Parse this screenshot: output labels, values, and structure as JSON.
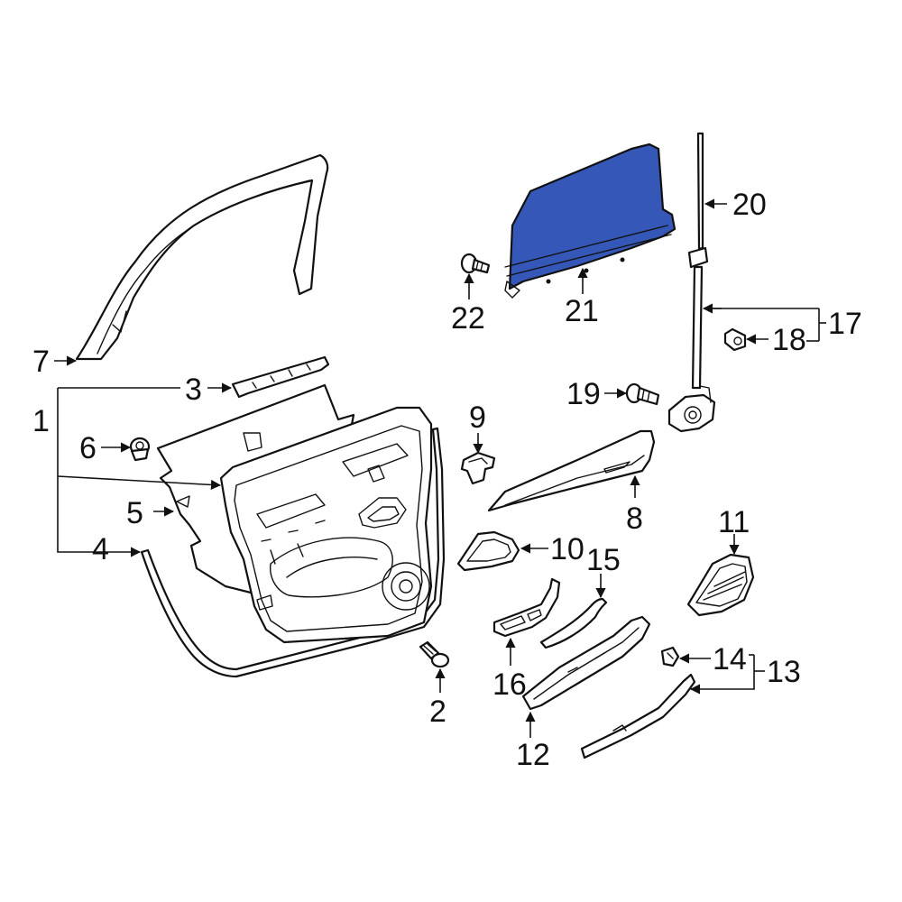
{
  "callouts": {
    "c1": "1",
    "c2": "2",
    "c3": "3",
    "c4": "4",
    "c5": "5",
    "c6": "6",
    "c7": "7",
    "c8": "8",
    "c9": "9",
    "c10": "10",
    "c11": "11",
    "c12": "12",
    "c13": "13",
    "c14": "14",
    "c15": "15",
    "c16": "16",
    "c17": "17",
    "c18": "18",
    "c19": "19",
    "c20": "20",
    "c21": "21",
    "c22": "22"
  },
  "colors": {
    "highlight": "#3558b8",
    "line": "#111111",
    "background": "#ffffff"
  }
}
